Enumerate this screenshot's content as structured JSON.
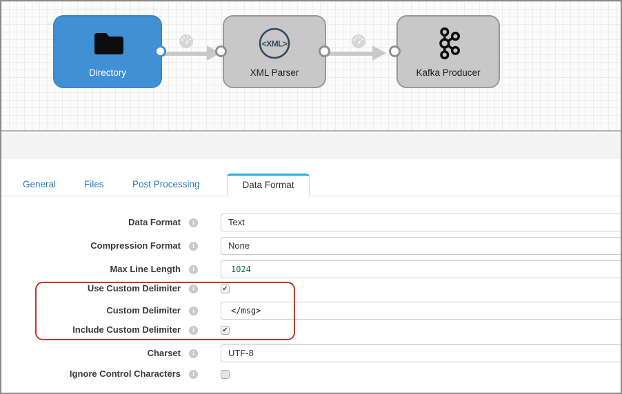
{
  "pipeline": {
    "nodes": [
      {
        "label": "Directory",
        "icon": "folder-icon",
        "selected": true
      },
      {
        "label": "XML Parser",
        "icon": "xml-icon",
        "icon_text": "<XML>",
        "selected": false
      },
      {
        "label": "Kafka Producer",
        "icon": "kafka-icon",
        "selected": false
      }
    ],
    "links": [
      {
        "from": "Directory",
        "to": "XML Parser",
        "icon": "gauge-icon"
      },
      {
        "from": "XML Parser",
        "to": "Kafka Producer",
        "icon": "gauge-icon"
      }
    ]
  },
  "tabs": {
    "general": "General",
    "files": "Files",
    "post_processing": "Post Processing",
    "data_format": "Data Format",
    "active": "Data Format"
  },
  "config_form": {
    "fields": [
      {
        "label": "Data Format",
        "type": "text",
        "value": "Text"
      },
      {
        "label": "Compression Format",
        "type": "text",
        "value": "None"
      },
      {
        "label": "Max Line Length",
        "type": "code",
        "value": "1024"
      },
      {
        "label": "Use Custom Delimiter",
        "type": "checkbox",
        "checked": true
      },
      {
        "label": "Custom Delimiter",
        "type": "code",
        "value": "</msg>"
      },
      {
        "label": "Include Custom Delimiter",
        "type": "checkbox",
        "checked": true
      },
      {
        "label": "Charset",
        "type": "text",
        "value": "UTF-8"
      },
      {
        "label": "Ignore Control Characters",
        "type": "checkbox",
        "checked": false
      }
    ],
    "info_icon": "i"
  },
  "annotation": {
    "highlighted_fields": [
      "Use Custom Delimiter",
      "Custom Delimiter",
      "Include Custom Delimiter"
    ],
    "color": "#c5352c"
  },
  "colors": {
    "selected_node_blue": "#3f90d5",
    "node_gray": "#c8c8c8",
    "tab_accent_blue": "#29abe2",
    "tab_link_blue": "#2a7ab9",
    "code_number_green": "#116644"
  }
}
